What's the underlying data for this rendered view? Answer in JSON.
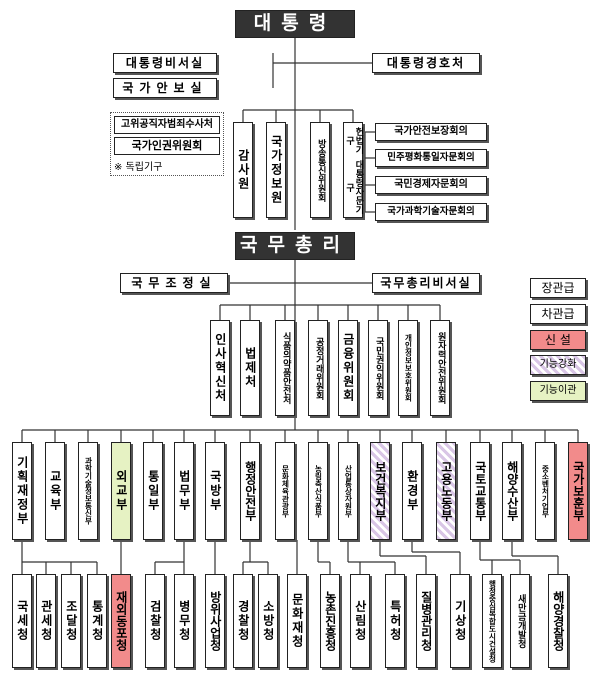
{
  "top": {
    "president": "대통령",
    "chief_secretary": "대통령비서실",
    "security_office": "국가안보실",
    "security_service": "대통령경호처",
    "cio": "고위공직자범죄수사처",
    "nhrc": "국가인권위원회",
    "independent_note": "※ 독립기구",
    "direct_orgs": [
      "감사원",
      "국가정보원",
      "방송통신위원회"
    ],
    "advisory_group_label": "헌법기구",
    "advisory_vertical": "대통령자문기구",
    "advisory_councils": [
      "국가안전보장회의",
      "민주평화통일자문회의",
      "국민경제자문회의",
      "국가과학기술자문회의"
    ]
  },
  "pm": {
    "title": "국무총리",
    "coordination": "국무조정실",
    "secretariat": "국무총리비서실",
    "agencies": [
      "인사혁신처",
      "법제처",
      "식품의약품안전처",
      "공정거래위원회",
      "금융위원회",
      "국민권익위원회",
      "개인정보보호위원회",
      "원자력안전위원회"
    ]
  },
  "ministries": [
    "기획재정부",
    "교육부",
    "과학기술정보통신부",
    "외교부",
    "통일부",
    "법무부",
    "국방부",
    "행정안전부",
    "문화체육관광부",
    "농림축산식품부",
    "산업통상자원부",
    "보건복지부",
    "환경부",
    "고용노동부",
    "국토교통부",
    "해양수산부",
    "중소벤처기업부",
    "국가보훈부"
  ],
  "agencies": [
    "국세청",
    "관세청",
    "조달청",
    "통계청",
    "재외동포청",
    "검찰청",
    "병무청",
    "방위사업청",
    "경찰청",
    "소방청",
    "문화재청",
    "농촌진흥청",
    "산림청",
    "특허청",
    "질병관리청",
    "기상청",
    "행정중심복합도시건설청",
    "새만금개발청",
    "해양경찰청"
  ],
  "legend": {
    "minister": "장관급",
    "vice": "차관급",
    "new": "신 설",
    "strengthened": "기능강화",
    "transferred": "기능이관"
  },
  "colors": {
    "dark_header": "#333333",
    "new": "#f28b8b",
    "strengthened": "#d9c6e6",
    "transferred": "#e6f2c3"
  }
}
